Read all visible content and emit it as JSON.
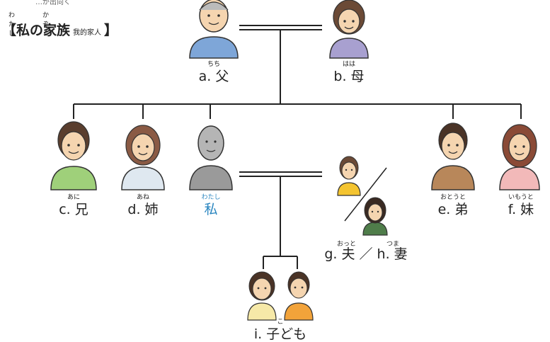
{
  "header": {
    "top_fragment": "…が出向く",
    "title_ruby_1": "わたし",
    "title_ruby_2": "かぞく",
    "title": "【私の家族",
    "title_sub": "我的家人",
    "title_close": "】"
  },
  "members": [
    {
      "id": "father",
      "ruby": "ちち",
      "label": "a. 父"
    },
    {
      "id": "mother",
      "ruby": "はは",
      "label": "b. 母"
    },
    {
      "id": "older_brother",
      "ruby": "あに",
      "label": "c. 兄"
    },
    {
      "id": "older_sister",
      "ruby": "あね",
      "label": "d. 姉"
    },
    {
      "id": "me",
      "ruby": "わたし",
      "label": "私"
    },
    {
      "id": "younger_brother",
      "ruby": "おとうと",
      "label": "e. 弟"
    },
    {
      "id": "younger_sister",
      "ruby": "いもうと",
      "label": "f. 妹"
    },
    {
      "id": "children",
      "ruby": "こ",
      "label": "i. 子ども"
    }
  ],
  "spouse": {
    "ruby_husband": "おっと",
    "ruby_wife": "つま",
    "label": "g. 夫 ／ h. 妻"
  },
  "colors": {
    "father": "#7ea6d8",
    "mother": "#a8a0d0",
    "older_brother": "#9fd07a",
    "older_sister": "#dfe8f0",
    "me": "#9a9a9a",
    "younger_brother": "#b8875a",
    "younger_sister": "#f2b9b9",
    "me_label": "#2a86c0"
  }
}
